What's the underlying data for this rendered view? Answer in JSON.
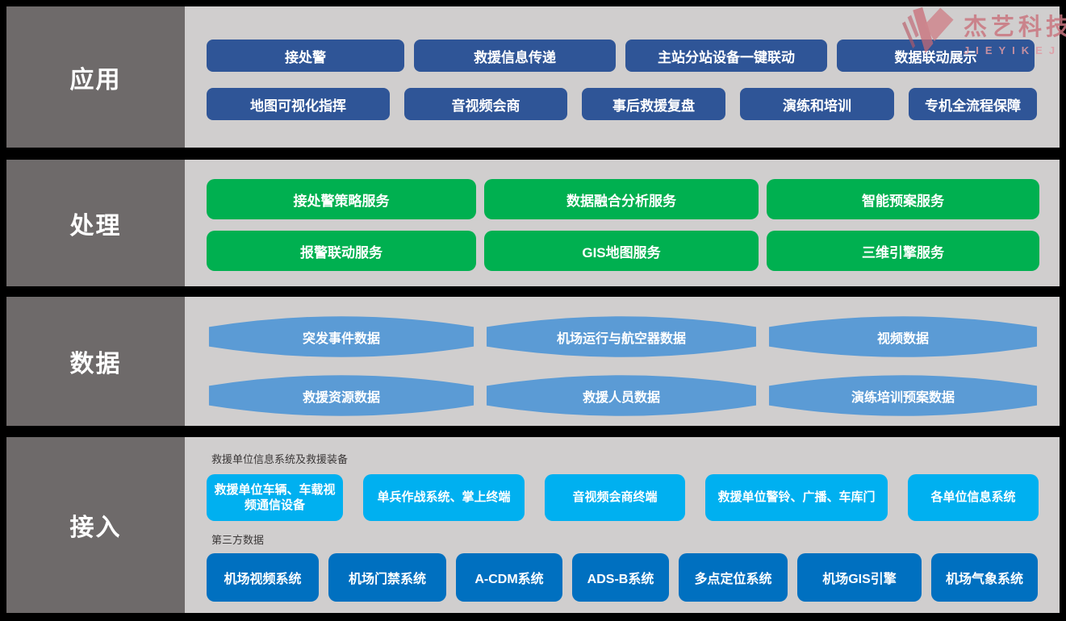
{
  "logo": {
    "company_cn": "杰艺科技",
    "company_en": "JIEYIKEJ",
    "color": "#c97680"
  },
  "colors": {
    "canvas": "#000000",
    "band_background": "#d0cece",
    "layer_label_background": "#6e6a6a",
    "application_item": "#2f5597",
    "process_item": "#00b050",
    "data_item": "#5b9bd5",
    "access_device_item": "#00b0f0",
    "access_thirdparty_item": "#0070c0"
  },
  "layers": [
    {
      "label": "应用",
      "rows": [
        [
          "接处警",
          "救援信息传递",
          "主站分站设备一键联动",
          "数据联动展示"
        ],
        [
          "地图可视化指挥",
          "音视频会商",
          "事后救援复盘",
          "演练和培训",
          "专机全流程保障"
        ]
      ]
    },
    {
      "label": "处理",
      "rows": [
        [
          "接处警策略服务",
          "数据融合分析服务",
          "智能预案服务"
        ],
        [
          "报警联动服务",
          "GIS地图服务",
          "三维引擎服务"
        ]
      ]
    },
    {
      "label": "数据",
      "rows": [
        [
          "突发事件数据",
          "机场运行与航空器数据",
          "视频数据"
        ],
        [
          "救援资源数据",
          "救援人员数据",
          "演练培训预案数据"
        ]
      ]
    },
    {
      "label": "接入",
      "groups": [
        {
          "caption": "救援单位信息系统及救援装备",
          "items": [
            "救援单位车辆、车载视频通信设备",
            "单兵作战系统、掌上终端",
            "音视频会商终端",
            "救援单位警铃、广播、车库门",
            "各单位信息系统"
          ]
        },
        {
          "caption": "第三方数据",
          "items": [
            "机场视频系统",
            "机场门禁系统",
            "A-CDM系统",
            "ADS-B系统",
            "多点定位系统",
            "机场GIS引擎",
            "机场气象系统"
          ]
        }
      ]
    }
  ]
}
